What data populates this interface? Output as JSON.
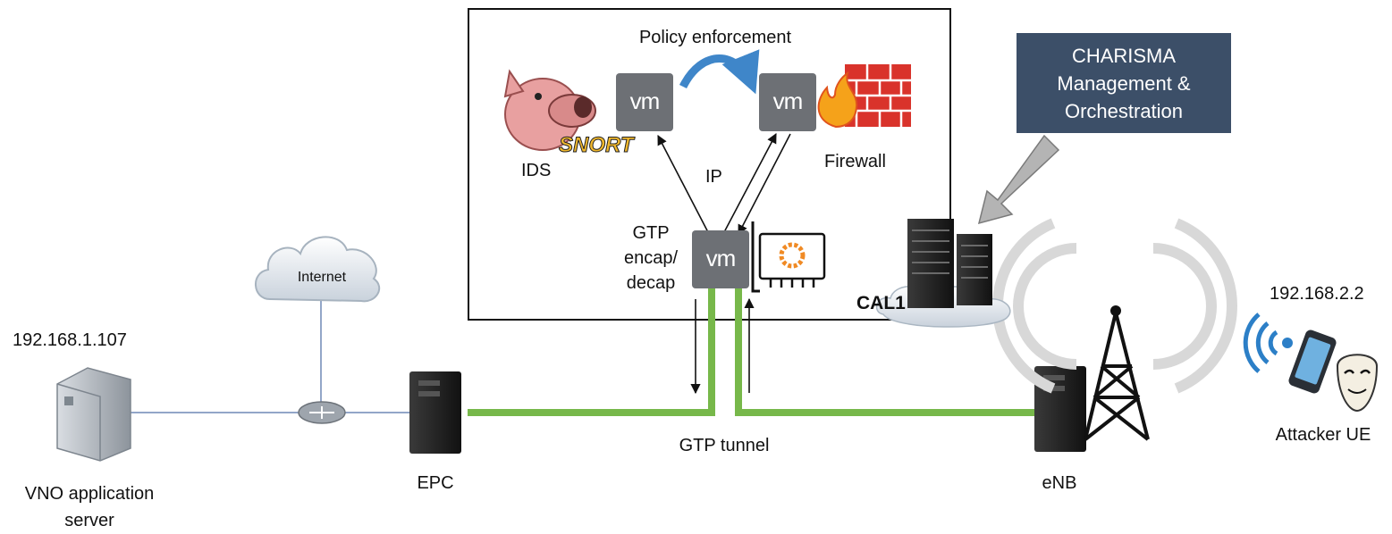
{
  "diagram": {
    "title_policy": "Policy enforcement",
    "ids_label": "IDS",
    "snort_logo": "SNORT",
    "firewall_label": "Firewall",
    "ip_label": "IP",
    "gtp_label_lines": [
      "GTP",
      "encap/",
      "decap"
    ],
    "vm_badge": "vm",
    "charisma_lines": [
      "CHARISMA",
      "Management &",
      "Orchestration"
    ],
    "cal1_label": "CAL1",
    "internet_label": "Internet",
    "server_ip": "192.168.1.107",
    "server_label_lines": [
      "VNO application",
      "server"
    ],
    "epc_label": "EPC",
    "gtp_tunnel_label": "GTP tunnel",
    "enb_label": "eNB",
    "attacker_ip": "192.168.2.2",
    "attacker_label": "Attacker UE"
  },
  "icons": [
    "snort-pig-icon",
    "vm-icon",
    "curved-arrow-icon",
    "firewall-brick-icon",
    "flame-icon",
    "nic-card-icon",
    "cloud-icon",
    "router-icon",
    "server-tower-icon",
    "pc-tower-icon",
    "cell-tower-icon",
    "server-rack-icon",
    "wifi-icon",
    "smartphone-icon",
    "anonymous-mask-icon"
  ],
  "colors": {
    "tunnel_green": "#77b84a",
    "box_blue": "#3c4f68",
    "vm_gray": "#6d7075",
    "arrow_blue": "#3f86c9",
    "brick_red": "#d9332b",
    "link_blue": "#6f89b5"
  }
}
